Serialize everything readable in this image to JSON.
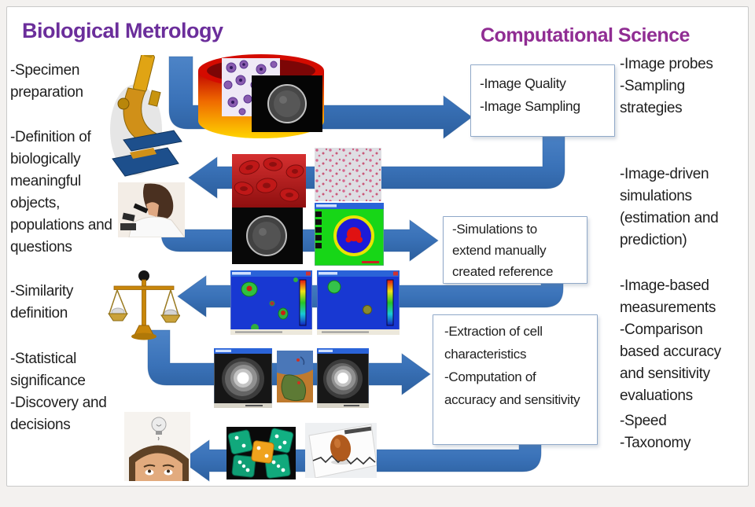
{
  "header": {
    "left_title": "Biological Metrology",
    "right_title": "Computational Science"
  },
  "left_column": {
    "items": [
      "-Specimen preparation",
      "-Definition of biologically meaningful objects, populations and questions",
      "-Similarity definition",
      "-Statistical significance",
      "-Discovery and decisions"
    ]
  },
  "right_column": {
    "items": [
      "-Image probes",
      "-Sampling strategies",
      "-Image-driven simulations (estimation and prediction)",
      "-Image-based measurements",
      "-Comparison based accuracy and sensitivity evaluations",
      "-Speed",
      "-Taxonomy"
    ]
  },
  "boxes": {
    "quality": {
      "lines": [
        "-Image Quality",
        "-Image Sampling"
      ]
    },
    "simulations": {
      "text": "-Simulations to extend manually created reference"
    },
    "extraction": {
      "lines": [
        "-Extraction of cell characteristics",
        "-Computation of accuracy and sensitivity"
      ]
    }
  },
  "figures": [
    "microscope-clipart",
    "specimen-database-cylinder",
    "stained-cells-micrograph",
    "grayscale-cell-micrograph",
    "researcher-at-microscope-photo",
    "red-blood-cells-image",
    "pink-speckled-sample-image",
    "grayscale-cell-micrograph-2",
    "cell-segmentation-window",
    "heatmap-analysis-window-1",
    "heatmap-analysis-window-2",
    "balance-scale-clipart",
    "contour-map-window-1",
    "head-profiles-artwork",
    "contour-map-window-2",
    "person-with-lightbulb-photo",
    "green-dice-photo",
    "egg-on-chart-photo"
  ],
  "colors": {
    "left_title_purple": "#6B2E9B",
    "right_title_purple": "#902D93",
    "arrow_blue": "#3E76BE",
    "arrow_blue_dark": "#2F63A4",
    "box_border": "#8FA8C8",
    "body_text": "#1F1F1F"
  }
}
